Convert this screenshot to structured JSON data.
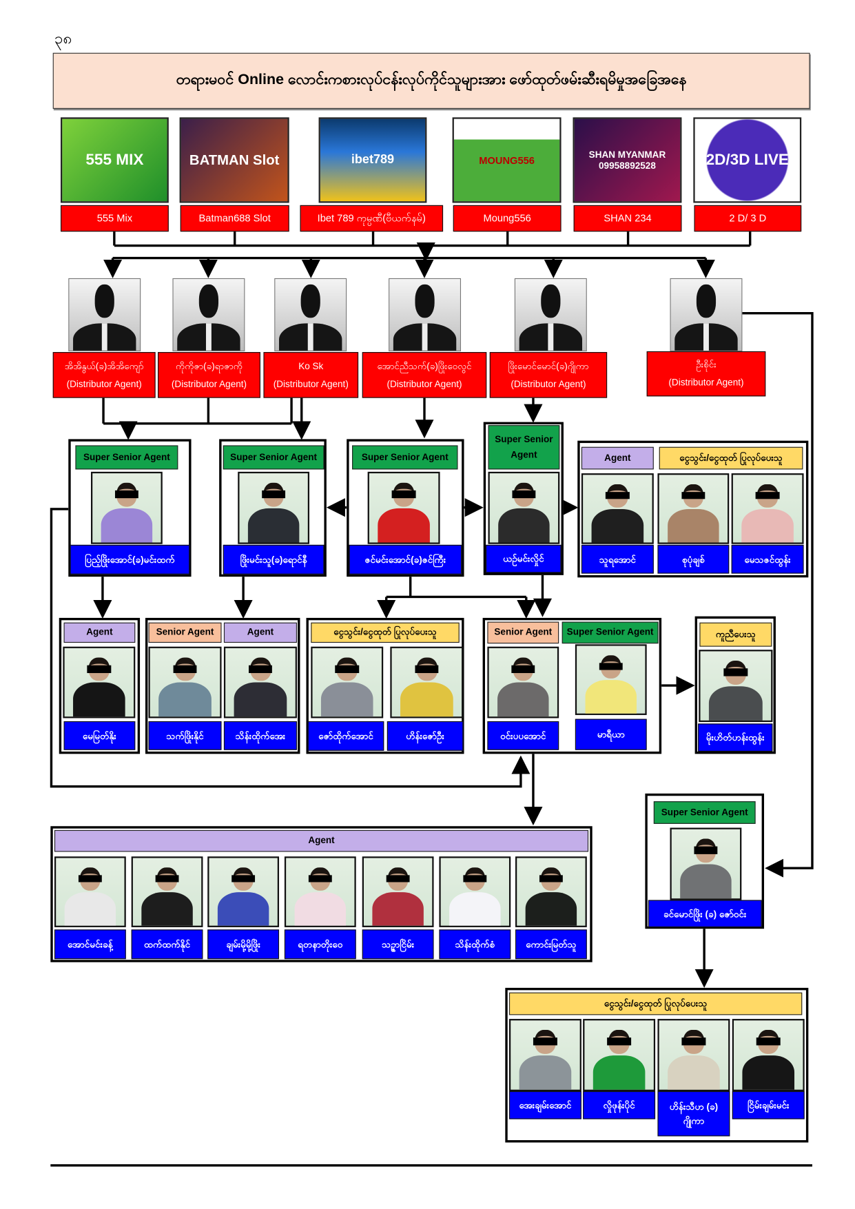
{
  "page_number": "၃၈",
  "title": "တရားမဝင် Online လောင်းကစားလုပ်ငန်းလုပ်ကိုင်သူများအား ဖော်ထုတ်ဖမ်းဆီးရမိမှုအခြေအနေ",
  "platforms": [
    {
      "label": "555 Mix",
      "logo": "555 MIX"
    },
    {
      "label": "Batman688 Slot",
      "logo": "BATMAN Slot"
    },
    {
      "label": "Ibet 789 ကုမ္ပဏီ(ဗီယက်နမ်)",
      "logo": "ibet789"
    },
    {
      "label": "Moung556",
      "logo": "MOUNG556"
    },
    {
      "label": "SHAN 234",
      "logo": "SHAN MYANMAR 09958892528"
    },
    {
      "label": "2 D/ 3 D",
      "logo": "2D/3D LIVE"
    }
  ],
  "distributor_role": "(Distributor Agent)",
  "distributors": [
    "အိအိနွယ်(ခ)အိအိကျော်",
    "ကိုကိုဇာ(ခ)ရာဇာကို",
    "Ko Sk",
    "အောင်ညီသက်(ခ)ဖြိုးဝေလွင်",
    "ဖြိုးမောင်မောင်(ခ)ဂျိုကာ",
    "ဦးစိုင်း"
  ],
  "roles": {
    "super_senior": "Super Senior Agent",
    "senior": "Senior Agent",
    "agent": "Agent",
    "money": "ငွေသွင်း/ငွေထုတ် ပြုလုပ်ပေးသူ",
    "helper": "ကူညီပေးသူ"
  },
  "people": {
    "r3": [
      "ပြည့်ဖြိုးအောင်(ခ)မင်းထက်",
      "ဖြိုးမင်းသူ(ခ)ရောင်နီ",
      "ဇင်မင်းအောင်(ခ)ဇင်ကြီး",
      "ယဉ်မင်းလှိုင်",
      "သူရအောင်",
      "စုပုံချစ်",
      "မေသဇင်ထွန်း"
    ],
    "r4": [
      "မေမြတ်နိုး",
      "သက်ဖြိုးနိုင်",
      "သိန်းထိုက်အေး",
      "ဇော်ထိုက်အောင်",
      "ဟိန်းဇော်ဦး",
      "ဝင်းပပအောင်",
      "မာရီယာ",
      "မိုးဟိတ်ဟန်းထွန်း"
    ],
    "r5_agents": [
      "အောင်မင်းခန့်",
      "ထက်ထက်နိုင်",
      "ချမ်းမို့မို့ဖြိုး",
      "ရတနာတိုးဝေ",
      "သဉ္ဇာငြိမ်း",
      "သိန်းထိုက်စံ",
      "ကောင်းမြတ်သူ"
    ],
    "r5_ssa": "ခင်မောင်ဖြိုး (ခ) ဇော်ဝင်း",
    "money2": [
      "အေးချမ်းအောင်",
      "လှိုဖုန်းပိုင်",
      "ဟိန်းသီဟ (ခ) ဂျိုကာ",
      "ငြိမ်းချမ်းမင်း"
    ]
  }
}
